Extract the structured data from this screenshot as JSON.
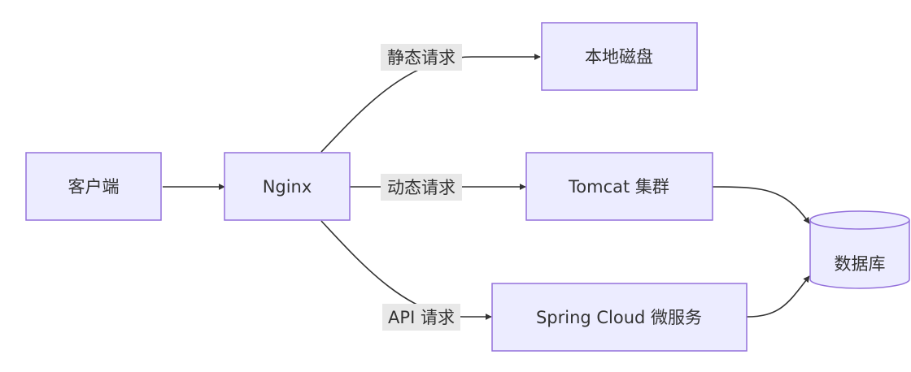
{
  "colors": {
    "node_fill": "#ececff",
    "node_stroke": "#9370db",
    "edge_stroke": "#333333",
    "label_bg": "#e8e8e8",
    "text": "#333333"
  },
  "nodes": {
    "client": {
      "label": "客户端"
    },
    "nginx": {
      "label": "Nginx"
    },
    "disk": {
      "label": "本地磁盘"
    },
    "tomcat": {
      "label": "Tomcat 集群"
    },
    "spring": {
      "label": "Spring Cloud 微服务"
    },
    "database": {
      "label": "数据库"
    }
  },
  "edges": [
    {
      "from": "client",
      "to": "nginx",
      "label": ""
    },
    {
      "from": "nginx",
      "to": "disk",
      "label": "静态请求"
    },
    {
      "from": "nginx",
      "to": "tomcat",
      "label": "动态请求"
    },
    {
      "from": "nginx",
      "to": "spring",
      "label": "API 请求"
    },
    {
      "from": "tomcat",
      "to": "database",
      "label": ""
    },
    {
      "from": "spring",
      "to": "database",
      "label": ""
    }
  ]
}
